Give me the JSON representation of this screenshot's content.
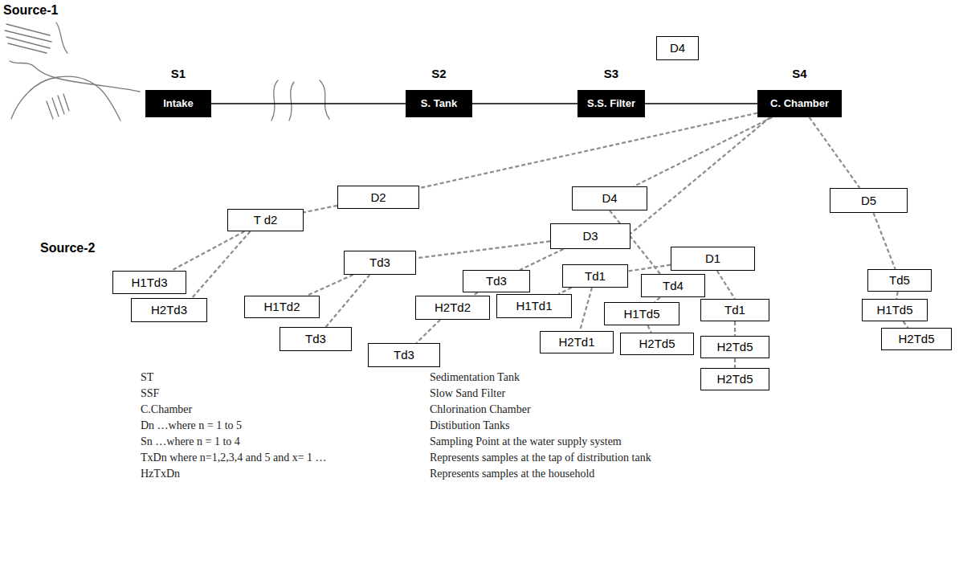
{
  "diagram": {
    "nodes": [
      {
        "text": [
          "S1",
          "Intake"
        ]
      },
      {
        "text": [
          "S2",
          "S. Tank"
        ]
      },
      {
        "text": [
          "S3",
          "S.S. Filter"
        ]
      },
      {
        "text": [
          "D4"
        ]
      },
      {
        "text": [
          "S4",
          "C. Chamber"
        ]
      },
      {
        "text": [
          "D2"
        ]
      },
      {
        "text": [
          "D4"
        ]
      },
      {
        "text": [
          "D5"
        ]
      },
      {
        "text": [
          "T d2"
        ]
      },
      {
        "text": [
          "D3"
        ]
      },
      {
        "text": [
          "D1"
        ]
      },
      {
        "text": [
          "H1Td3"
        ]
      },
      {
        "text": [
          "Td3"
        ]
      },
      {
        "text": [
          "Td3"
        ]
      },
      {
        "text": [
          "Td1"
        ]
      },
      {
        "text": [
          "Td1"
        ]
      },
      {
        "text": [
          "Td4"
        ]
      },
      {
        "text": [
          "Td5"
        ]
      },
      {
        "text": [
          "H1Td2"
        ]
      },
      {
        "text": [
          "H2Td2"
        ]
      },
      {
        "text": [
          "H1Td1"
        ]
      },
      {
        "text": [
          "H1Td5"
        ]
      },
      {
        "text": [
          "H1Td5"
        ]
      },
      {
        "text": [
          "H2Td3"
        ]
      },
      {
        "text": [
          "H2Td5"
        ]
      },
      {
        "text": [
          "H2Td5"
        ]
      },
      {
        "text": [
          "H2Td1"
        ]
      },
      {
        "text": [
          "Td3"
        ]
      },
      {
        "text": [
          "H2Td5"
        ]
      },
      {
        "text": [
          "Td3"
        ]
      },
      {
        "text": [
          "H2Td5"
        ]
      }
    ],
    "edges": [
      {
        "from": 0,
        "to": 1,
        "arrow": "none"
      },
      {
        "from": 1,
        "to": 2,
        "arrow": "none"
      },
      {
        "from": 2,
        "to": 4,
        "arrow": "none"
      },
      {
        "from": 4,
        "to": 5,
        "arrow": "none"
      },
      {
        "from": 4,
        "to": 9,
        "arrow": "none"
      },
      {
        "from": 4,
        "to": 6,
        "arrow": "none"
      },
      {
        "from": 4,
        "to": 7,
        "arrow": "none"
      },
      {
        "from": 5,
        "to": 8,
        "arrow": "none"
      },
      {
        "from": 8,
        "to": 11,
        "arrow": "none"
      },
      {
        "from": 8,
        "to": 23,
        "arrow": "none"
      },
      {
        "from": 9,
        "to": 12,
        "arrow": "none"
      },
      {
        "from": 9,
        "to": 13,
        "arrow": "none"
      },
      {
        "from": 12,
        "to": 18,
        "arrow": "none"
      },
      {
        "from": 12,
        "to": 27,
        "arrow": "none"
      },
      {
        "from": 13,
        "to": 19,
        "arrow": "none"
      },
      {
        "from": 19,
        "to": 29,
        "arrow": "none"
      },
      {
        "from": 10,
        "to": 14,
        "arrow": "none"
      },
      {
        "from": 14,
        "to": 20,
        "arrow": "none"
      },
      {
        "from": 14,
        "to": 26,
        "arrow": "none"
      },
      {
        "from": 10,
        "to": 15,
        "arrow": "none"
      },
      {
        "from": 15,
        "to": 28,
        "arrow": "none"
      },
      {
        "from": 28,
        "to": 30,
        "arrow": "none"
      },
      {
        "from": 6,
        "to": 16,
        "arrow": "none"
      },
      {
        "from": 16,
        "to": 21,
        "arrow": "none"
      },
      {
        "from": 21,
        "to": 25,
        "arrow": "none"
      },
      {
        "from": 7,
        "to": 17,
        "arrow": "none"
      },
      {
        "from": 17,
        "to": 22,
        "arrow": "none"
      },
      {
        "from": 22,
        "to": 24,
        "arrow": "none"
      }
    ],
    "labels": [
      "Source-1",
      "Source-2",
      "ST",
      "Sedimentation Tank",
      "SSF",
      "Slow Sand Filter",
      "C.Chamber",
      "Chlorination Chamber",
      "Dn …where n = 1 to 5",
      "Distibution Tanks",
      "Sn …where n = 1 to 4",
      "Sampling Point at the water supply system",
      "TxDn where n=1,2,3,4 and 5 and x= 1 …",
      "Represents samples at the tap of distribution tank",
      "HzTxDn",
      "Represents samples at the household"
    ]
  }
}
